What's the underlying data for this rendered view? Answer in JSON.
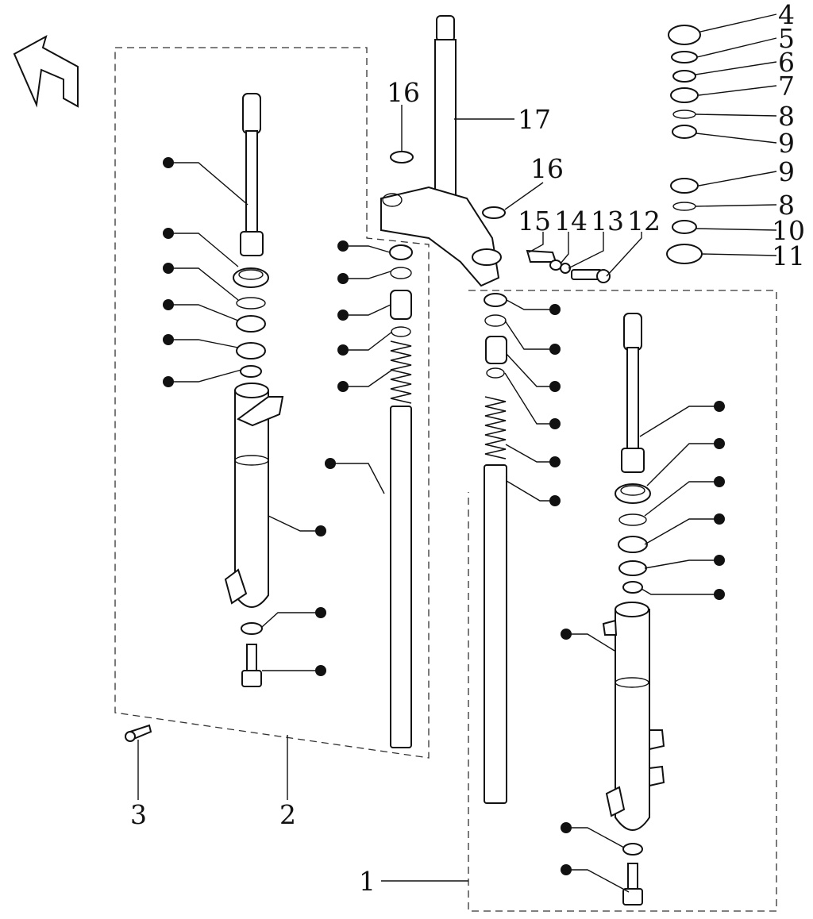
{
  "diagram": {
    "callouts": {
      "c1": "1",
      "c2": "2",
      "c3": "3",
      "c4": "4",
      "c5": "5",
      "c6": "6",
      "c7": "7",
      "c8a": "8",
      "c8b": "8",
      "c9a": "9",
      "c9b": "9",
      "c10": "10",
      "c11": "11",
      "c12": "12",
      "c13": "13",
      "c14": "14",
      "c15": "15",
      "c16a": "16",
      "c16b": "16",
      "c17": "17"
    },
    "colors": {
      "ink": "#111111",
      "background": "#ffffff"
    },
    "icons": {
      "direction": "front-direction-arrow-icon"
    }
  }
}
